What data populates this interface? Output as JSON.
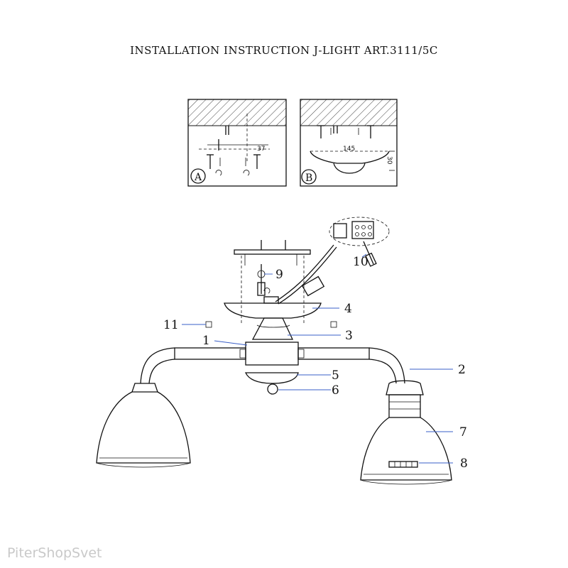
{
  "title": "INSTALLATION INSTRUCTION J-LIGHT ART.3111/5C",
  "watermark": "PiterShopSvet",
  "panel_a": {
    "marker": "A",
    "dimension": "37"
  },
  "panel_b": {
    "marker": "B",
    "width_dimension": "145",
    "height_dimension": "30"
  },
  "callouts": [
    "1",
    "2",
    "3",
    "4",
    "5",
    "6",
    "7",
    "8",
    "9",
    "10",
    "11"
  ],
  "colors": {
    "leader_line": "#3a5fc8",
    "drawing": "#111111"
  }
}
